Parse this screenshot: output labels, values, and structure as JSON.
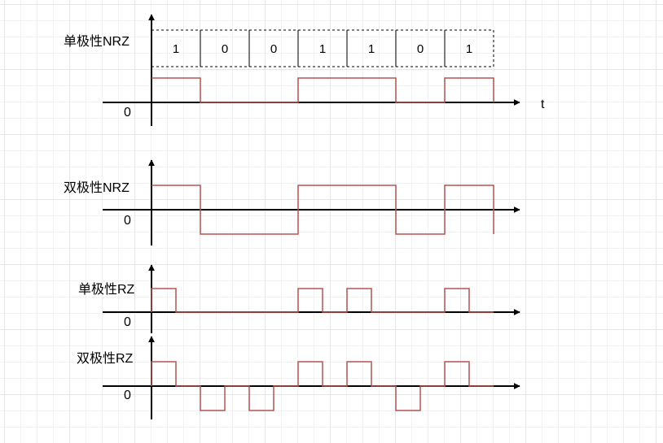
{
  "bits": [
    "1",
    "0",
    "0",
    "1",
    "1",
    "0",
    "1"
  ],
  "time_label": "t",
  "colors": {
    "axis": "#000000",
    "waveform": "#b85450",
    "grid": "#d3eeeb"
  },
  "panels": [
    {
      "label": "单极性NRZ",
      "zero_label": "0",
      "encoding": "unipolar-nrz"
    },
    {
      "label": "双极性NRZ",
      "zero_label": "0",
      "encoding": "bipolar-nrz"
    },
    {
      "label": "单极性RZ",
      "zero_label": "0",
      "encoding": "unipolar-rz"
    },
    {
      "label": "双极性RZ",
      "zero_label": "0",
      "encoding": "bipolar-rz"
    }
  ]
}
